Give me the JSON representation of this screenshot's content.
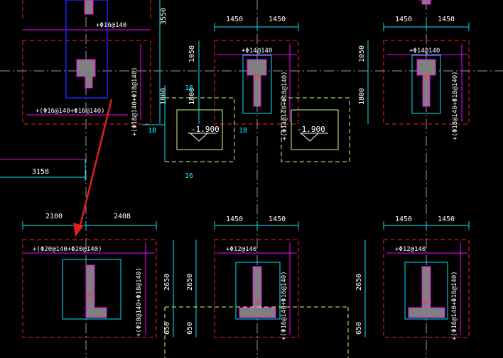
{
  "colors": {
    "background": "#000000",
    "rebar": "#ff00ff",
    "boundary": "#ff2020",
    "column": "#808080",
    "column_edge": "#ff00ff",
    "dimension": "#00e5ff",
    "text": "#ffffff",
    "cyan_text": "#00ffff",
    "pit": "#c8ff80",
    "blue": "#2020ff",
    "marker": "#ff3030",
    "arrow": "#e02020",
    "axis": "#9a9a9a"
  },
  "dims": {
    "top_mid_left": "1450",
    "top_mid_right": "1450",
    "top_right_left": "1450",
    "top_right_right": "1450",
    "top_left_vert": "3550",
    "mid_vert_upper": "1050",
    "right_vert_upper": "1050",
    "mid_vert_lower": "1800",
    "left_vert_lower": "1800",
    "right_vert_lower": "1800",
    "left_span": "3158",
    "bot_left_a": "2100",
    "bot_left_b": "2408",
    "bot_mid_left": "1450",
    "bot_mid_right": "1450",
    "bot_right_left": "1450",
    "bot_right_right": "1450",
    "bot_left_vert": "2650",
    "bot_mid_vert": "2650",
    "bot_right_vert": "2650",
    "bot_left_small": "650",
    "bot_mid_small": "650",
    "bot_right_small": "650"
  },
  "rebar": {
    "top_left_h": "+Φ16@140",
    "top_left_bottom": "+(Φ16@140+Φ16@140)",
    "top_left_v": "+(Φ18@140+Φ18@140)",
    "top_mid_h": "+Φ14@140",
    "top_mid_v": "+(Φ14@140+Φ18@140)",
    "top_right_h": "+Φ14@140",
    "top_right_v": "+(Φ18@140+Φ18@140)",
    "bot_left_h": "+(Φ20@140+Φ20@140)",
    "bot_left_v": "+(Φ18@140+Φ18@140)",
    "bot_mid_h": "+Φ12@140",
    "bot_mid_v": "+(Φ16@140+Φ16@140)",
    "bot_right_h": "+Φ12@140",
    "bot_right_v": "+(Φ16@140+Φ16@140)"
  },
  "pits": {
    "pit1_elev": "-1.900",
    "pit2_elev": "-1.900",
    "pit1_top": "18",
    "pit1_left": "18",
    "pit1_right": "18",
    "pit1_bottom": "16"
  }
}
